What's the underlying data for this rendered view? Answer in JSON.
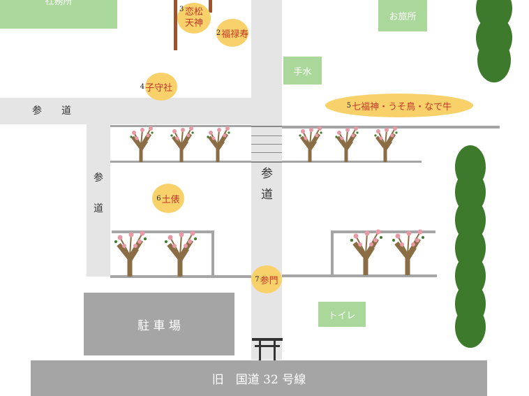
{
  "map": {
    "top_left_box": "社務所",
    "travel_office": "お旅所",
    "temizu": "手水",
    "toilet": "トイレ",
    "parking": "駐 車 場",
    "highway": "旧　国道 32 号線",
    "sando_horizontal": "参　　道",
    "sando_left": [
      "参",
      "道"
    ],
    "sando_center": [
      "参",
      "道"
    ]
  },
  "spots": [
    {
      "num": "2",
      "label": "福禄寿"
    },
    {
      "num": "3",
      "label": "恋松天神"
    },
    {
      "num": "4",
      "label": "子守社"
    },
    {
      "num": "5",
      "label": "七福神・うそ鳥・なで牛"
    },
    {
      "num": "6",
      "label": "土俵"
    },
    {
      "num": "7",
      "label": "参門"
    }
  ],
  "colors": {
    "road": "#e6e5e6",
    "building": "#a9d89a",
    "grey": "#a6a5a6",
    "spot": "#f8d16a",
    "spot_text": "#c0392b",
    "tree_foliage": "#3d7a2c",
    "plum_blossom": "#e79aa5",
    "torii": "#333333"
  }
}
